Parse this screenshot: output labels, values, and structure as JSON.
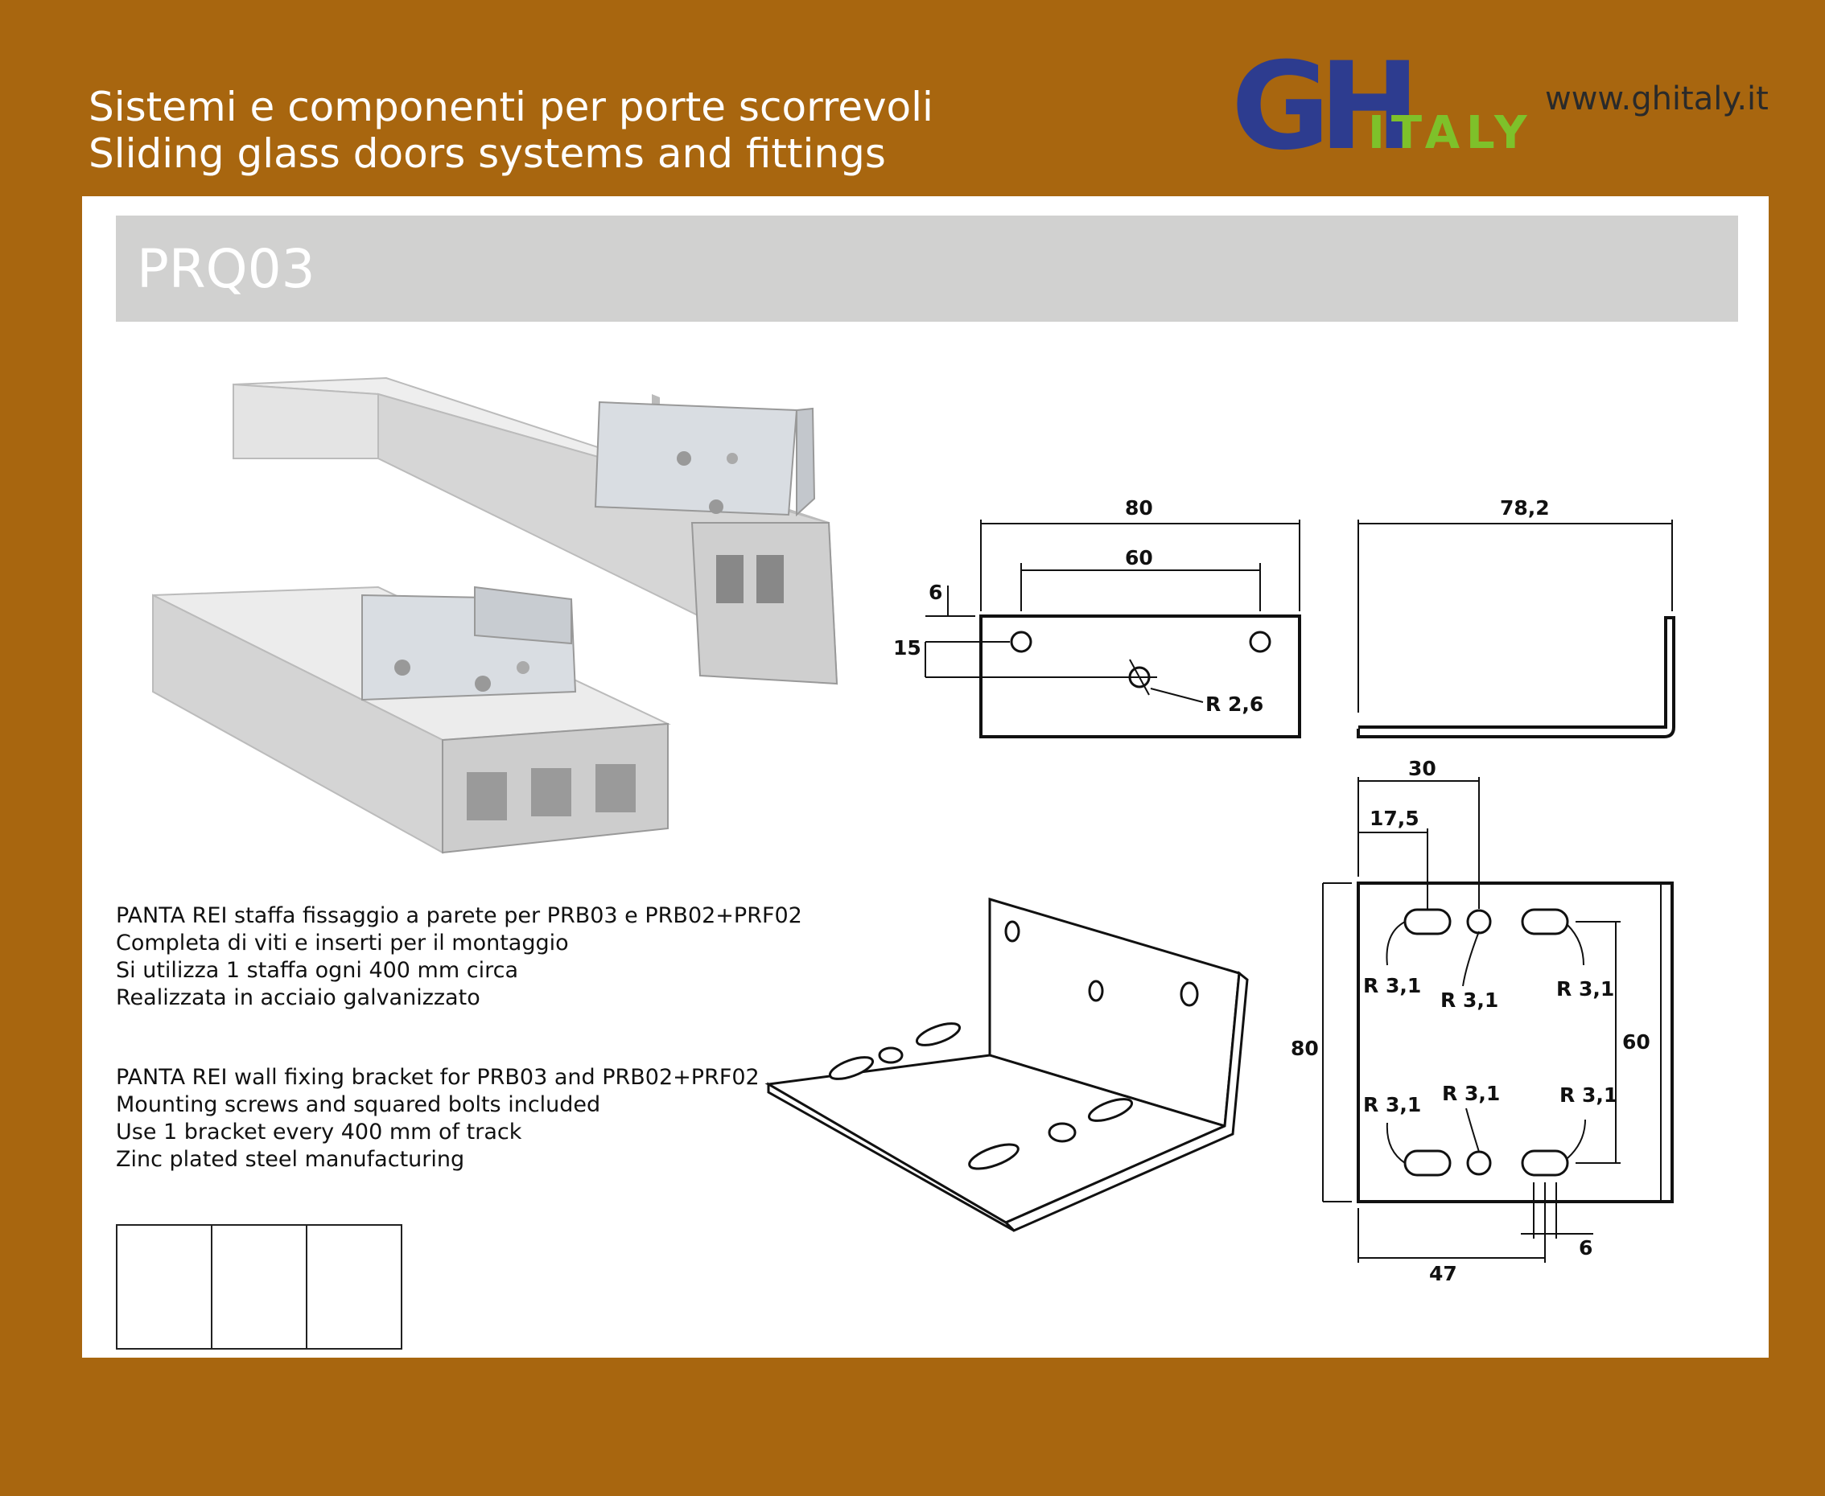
{
  "header": {
    "subtitle_it": "Sistemi e componenti per porte scorrevoli",
    "subtitle_en": "Sliding glass doors systems and fittings",
    "logo_text_main": "GH",
    "logo_text_sub": "ITALY",
    "website": "www.ghitaly.it"
  },
  "colors": {
    "background": "#a8660f",
    "title_bar": "#d1d1d0",
    "logo_blue": "#2d3c8f",
    "logo_green": "#7ec12a"
  },
  "product": {
    "code": "PRQ03"
  },
  "description_it": [
    "PANTA REI staffa fissaggio a parete per PRB03 e PRB02+PRF02",
    "Completa di viti e inserti per il montaggio",
    "Si utilizza 1 staffa ogni 400 mm circa",
    "Realizzata in acciaio galvanizzato"
  ],
  "description_en": [
    "PANTA REI wall fixing bracket for PRB03 and PRB02+PRF02",
    "Mounting screws and squared bolts included",
    "Use 1 bracket every 400 mm of track",
    "Zinc plated steel manufacturing"
  ],
  "dimensions": {
    "front_width": "80",
    "front_hole_spacing": "60",
    "front_hole_offset": "6",
    "front_center_offset": "15",
    "front_hole_radius": "R 2,6",
    "side_length": "78,2",
    "top_30": "30",
    "top_17_5": "17,5",
    "top_height": "80",
    "top_60": "60",
    "top_47": "47",
    "top_6": "6",
    "slot_radius": "R 3,1"
  },
  "icons": [
    "rail-profile-illustration",
    "bracket-3d-illustration"
  ]
}
